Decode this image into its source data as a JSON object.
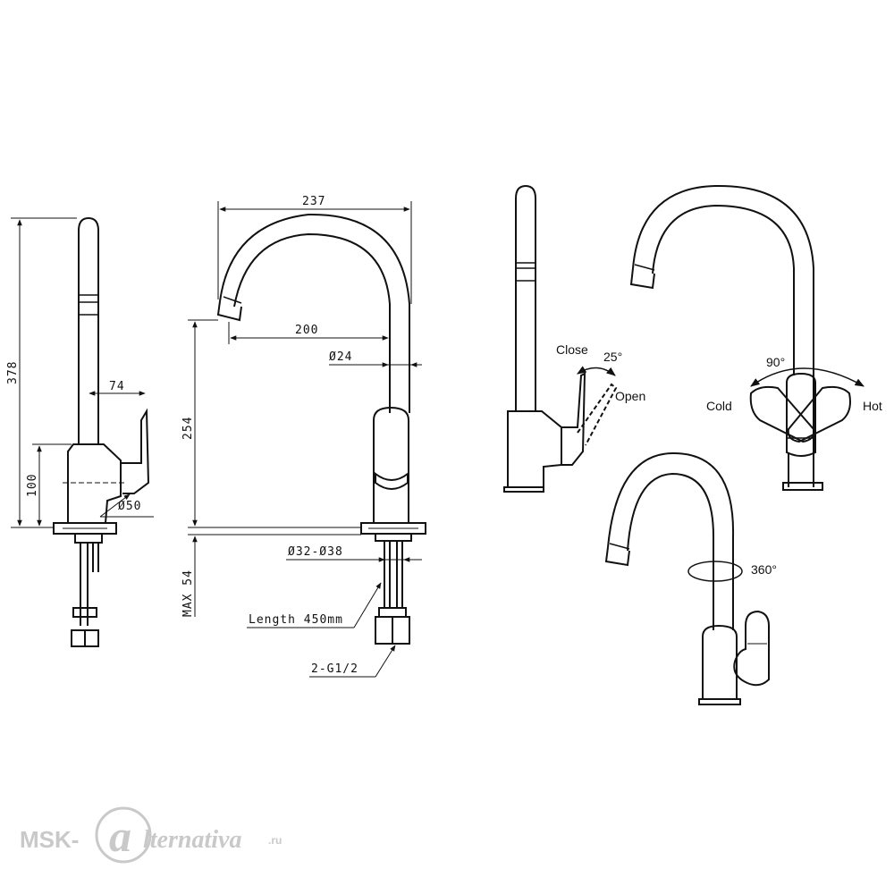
{
  "dimensions": {
    "total_height": "378",
    "base_height": "100",
    "lever_offset": "74",
    "body_diameter": "Ø50",
    "spout_reach": "237",
    "spout_inner": "200",
    "spout_diameter": "Ø24",
    "spout_height": "254",
    "mount_hole": "Ø32-Ø38",
    "max_thickness": "MAX 54",
    "hose_length": "Length 450mm",
    "connection": "2-G1/2"
  },
  "operation": {
    "close": "Close",
    "open": "Open",
    "tilt_angle": "25°",
    "turn_angle": "90°",
    "cold": "Cold",
    "hot": "Hot",
    "swivel": "360°"
  },
  "watermark": {
    "prefix": "MSK-",
    "mark": "a",
    "suffix": "lternativa",
    "tld": ".ru"
  },
  "colors": {
    "line": "#111111",
    "watermark": "#c9c9c9"
  }
}
